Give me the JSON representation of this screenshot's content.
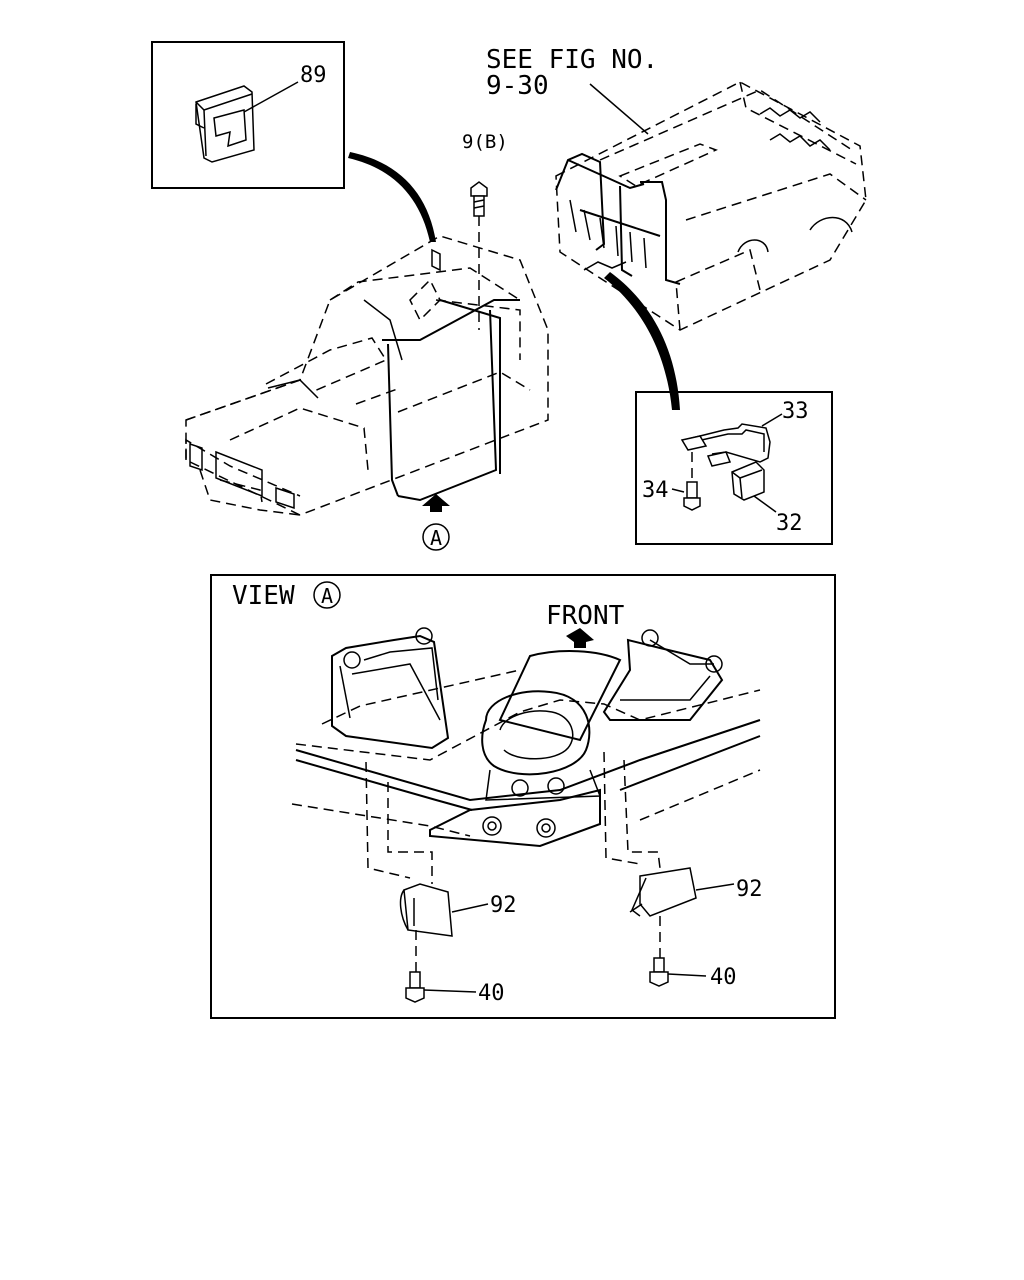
{
  "callouts": {
    "p89": "89",
    "p9b": "9(B)",
    "see_line1": "SEE FIG NO.",
    "see_line2": "9-30",
    "p33": "33",
    "p34": "34",
    "p32": "32",
    "view_a_marker": "A"
  },
  "view_a": {
    "label": "VIEW",
    "label_marker": "A",
    "front": "FRONT",
    "p92_left": "92",
    "p92_right": "92",
    "p40_left": "40",
    "p40_right": "40"
  }
}
